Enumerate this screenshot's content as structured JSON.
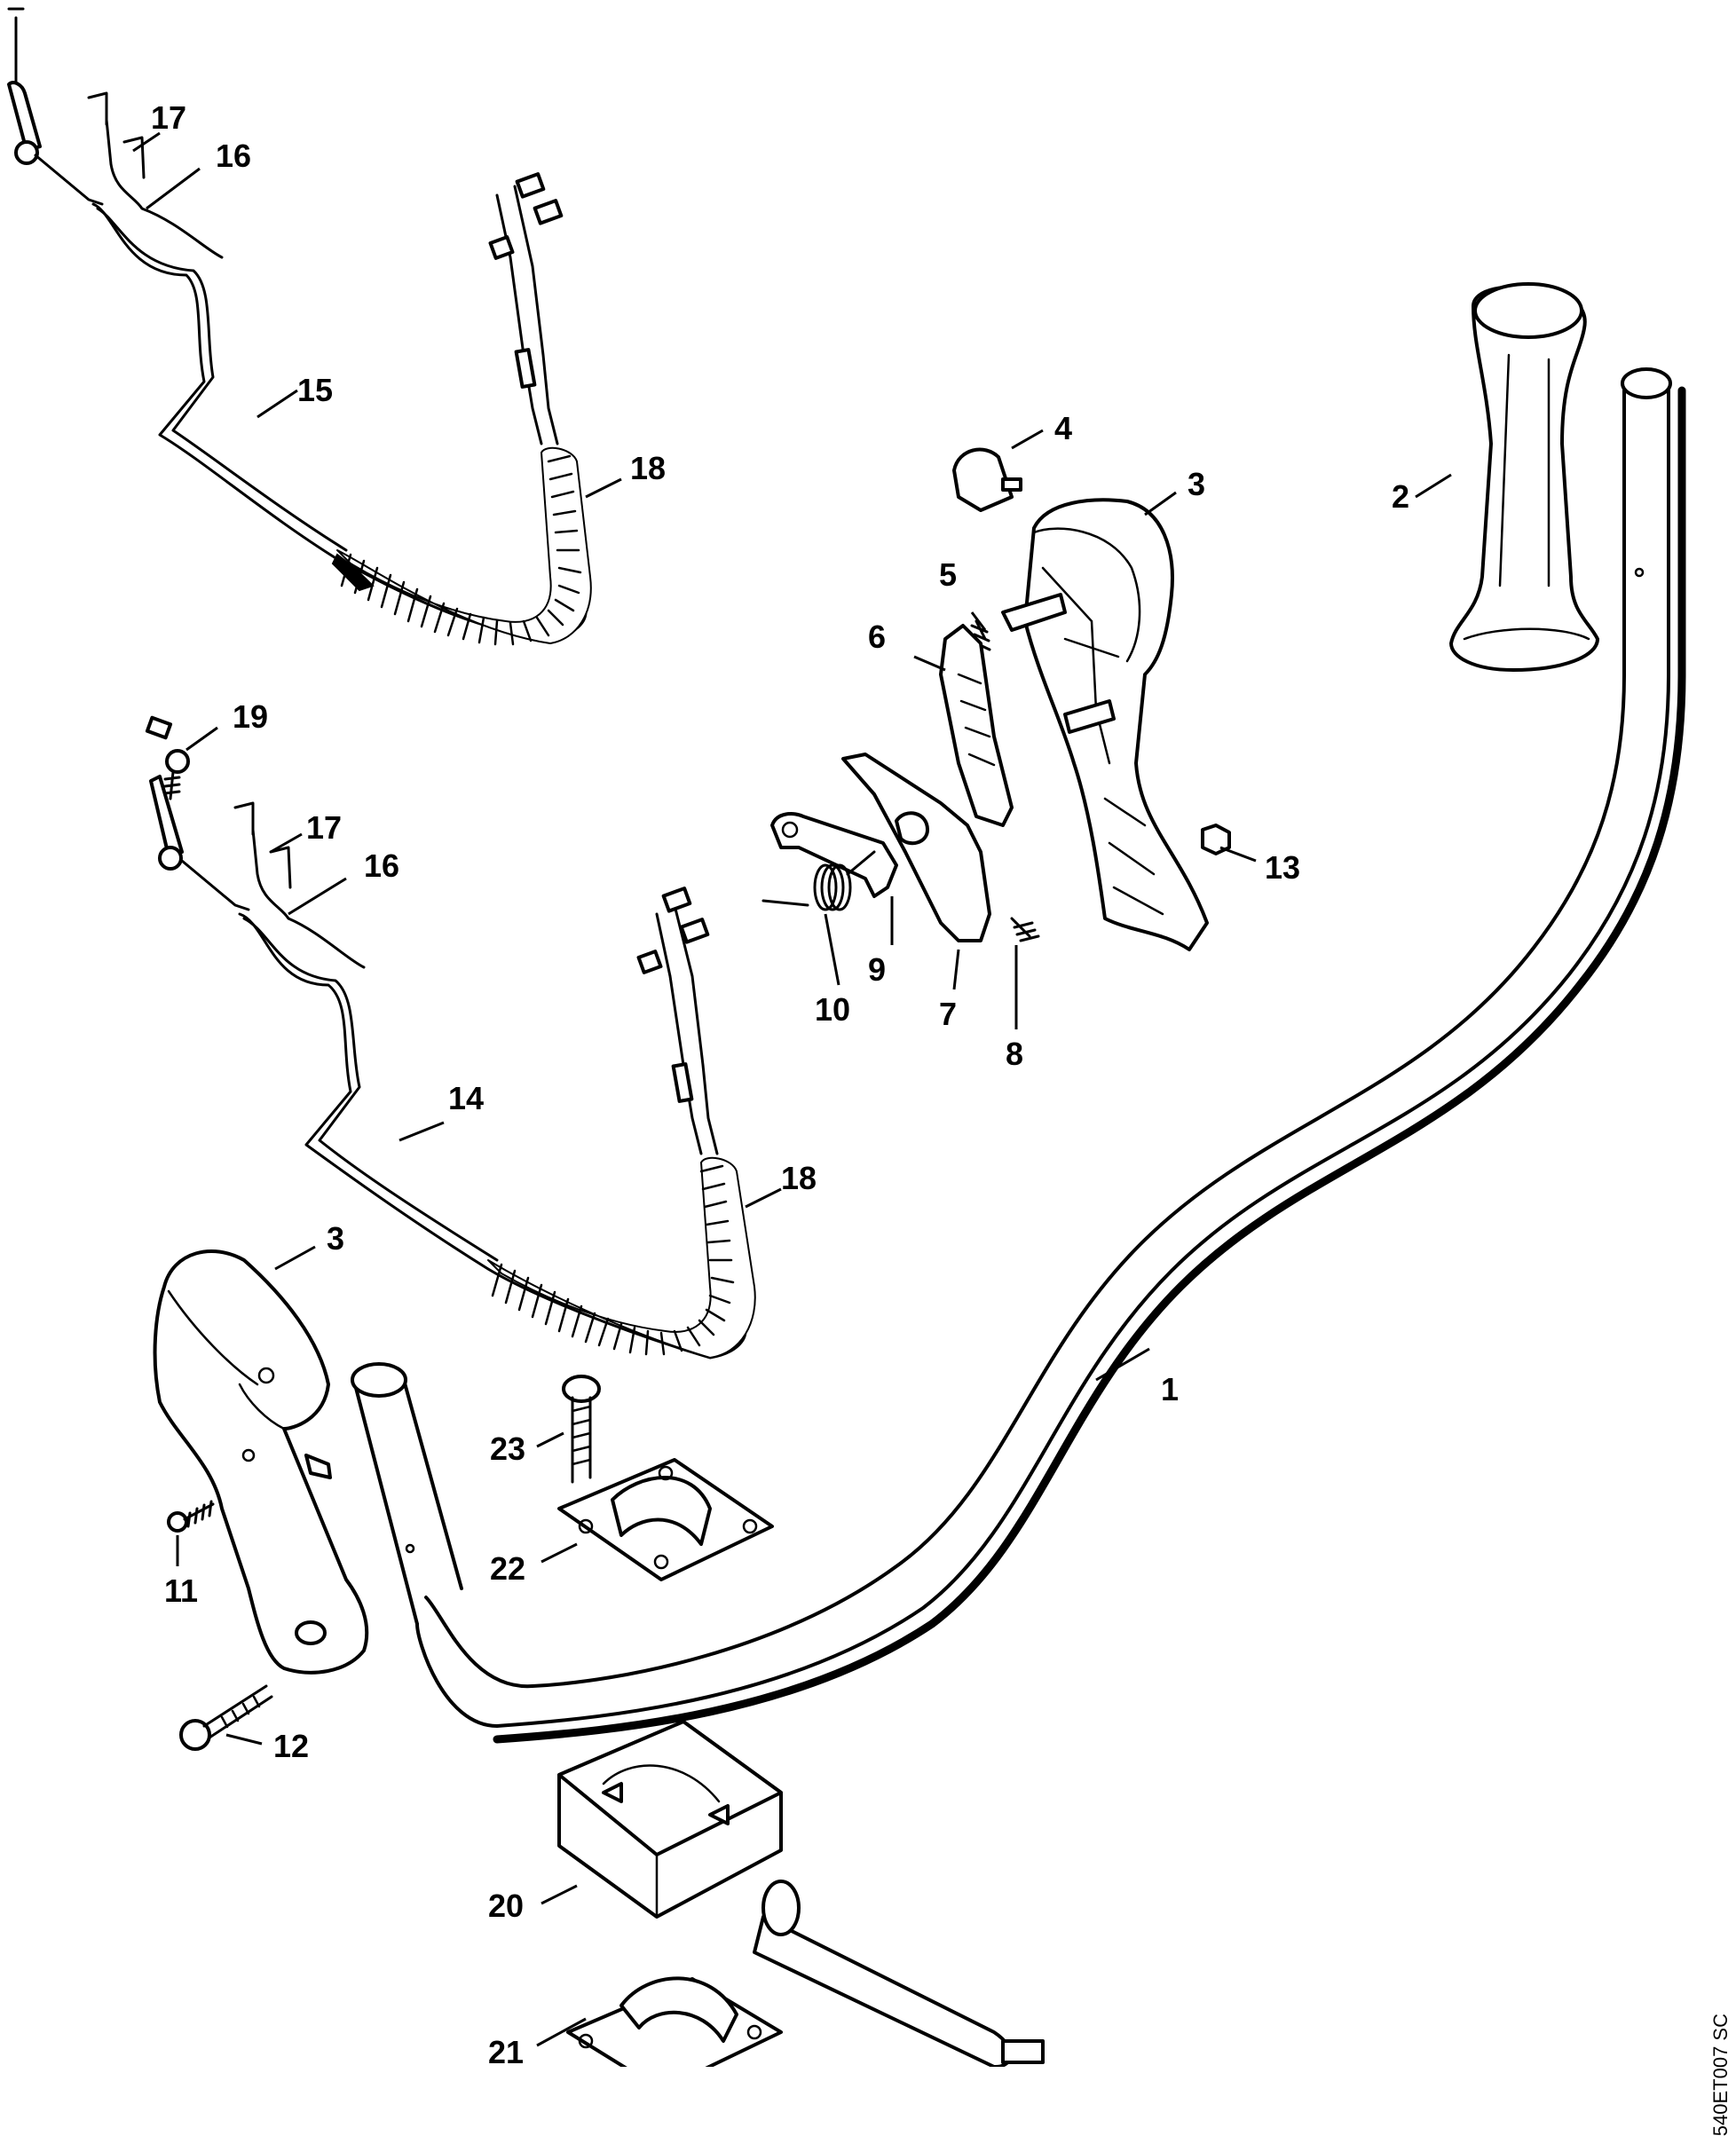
{
  "callouts": [
    {
      "id": "c1",
      "label": "1"
    },
    {
      "id": "c2",
      "label": "2"
    },
    {
      "id": "c3a",
      "label": "3"
    },
    {
      "id": "c3b",
      "label": "3"
    },
    {
      "id": "c4",
      "label": "4"
    },
    {
      "id": "c5",
      "label": "5"
    },
    {
      "id": "c6",
      "label": "6"
    },
    {
      "id": "c7",
      "label": "7"
    },
    {
      "id": "c8",
      "label": "8"
    },
    {
      "id": "c9",
      "label": "9"
    },
    {
      "id": "c10",
      "label": "10"
    },
    {
      "id": "c11",
      "label": "11"
    },
    {
      "id": "c12",
      "label": "12"
    },
    {
      "id": "c13",
      "label": "13"
    },
    {
      "id": "c14",
      "label": "14"
    },
    {
      "id": "c15",
      "label": "15"
    },
    {
      "id": "c16a",
      "label": "16"
    },
    {
      "id": "c16b",
      "label": "16"
    },
    {
      "id": "c17a",
      "label": "17"
    },
    {
      "id": "c17b",
      "label": "17"
    },
    {
      "id": "c18a",
      "label": "18"
    },
    {
      "id": "c18b",
      "label": "18"
    },
    {
      "id": "c19",
      "label": "19"
    },
    {
      "id": "c20",
      "label": "20"
    },
    {
      "id": "c21",
      "label": "21"
    },
    {
      "id": "c22",
      "label": "22"
    },
    {
      "id": "c23",
      "label": "23"
    }
  ],
  "drawing_code": "540ET007 SC"
}
